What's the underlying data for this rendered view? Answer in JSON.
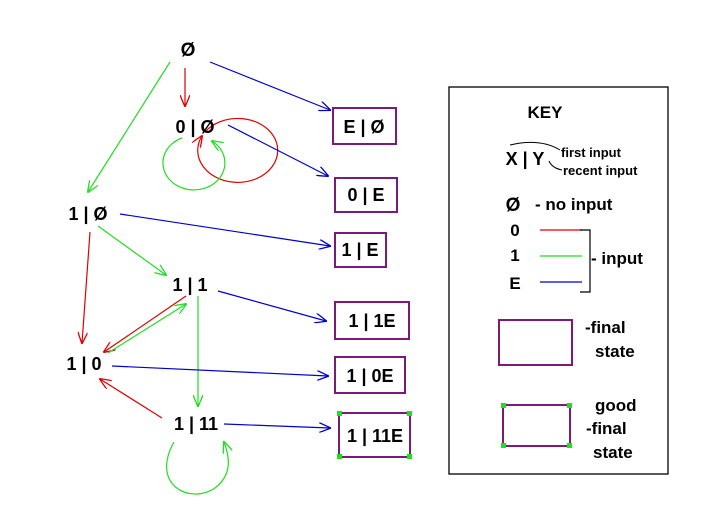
{
  "colors": {
    "zero": "#e00000",
    "one": "#22dd22",
    "e": "#0000cc",
    "final_box": "#7a1a7a",
    "good_corner": "#22dd22"
  },
  "states": {
    "empty": "Ø",
    "zero_empty": "0 | Ø",
    "one_empty": "1 | Ø",
    "one_one": "1 | 1",
    "one_zero": "1 | 0",
    "one_oneone": "1 | 11"
  },
  "finals": {
    "e_empty": "E | Ø",
    "zero_e": "0 | E",
    "one_e": "1 | E",
    "one_1e": "1 | 1E",
    "one_0e": "1 | 0E",
    "one_11e": "1 | 11E"
  },
  "key": {
    "title": "KEY",
    "xy_label": "X | Y",
    "first_input": "first input",
    "recent_input": "recent input",
    "no_input_symbol": "Ø",
    "no_input_text": "- no input",
    "input_0": "0",
    "input_1": "1",
    "input_e": "E",
    "input_label": "- input",
    "final_state_line1": "-final",
    "final_state_line2": "state",
    "good_line1": "good",
    "good_line2": "-final",
    "good_line3": "state"
  }
}
